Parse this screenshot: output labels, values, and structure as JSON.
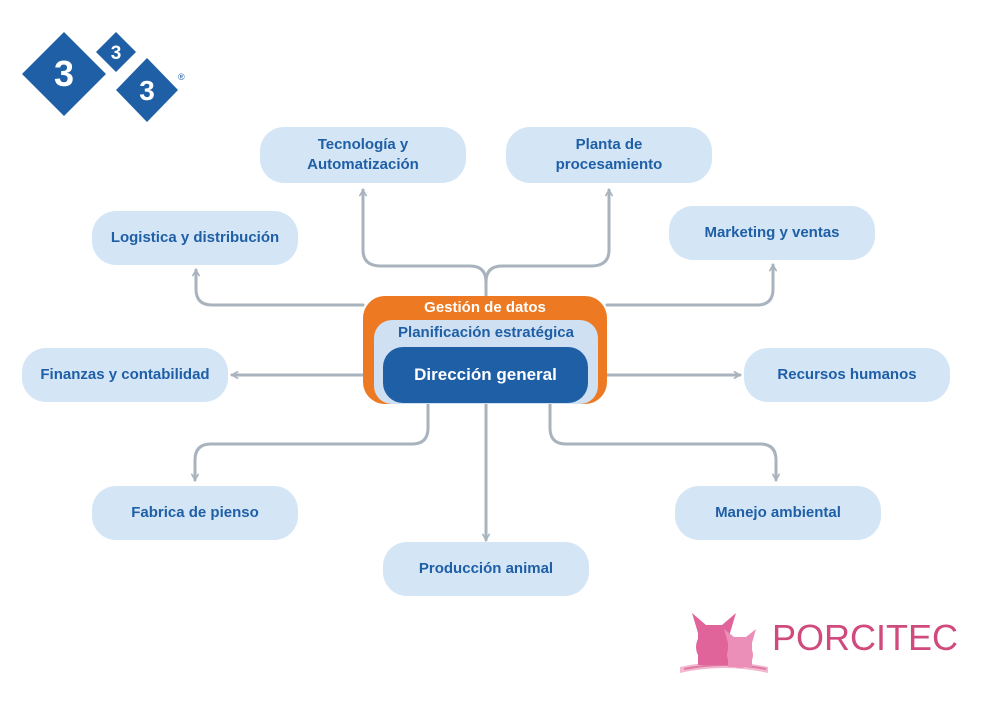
{
  "logos": {
    "brand_333": {
      "digits": [
        "3",
        "3",
        "3"
      ],
      "registered": "®"
    },
    "porcitec": {
      "name": "PORCITEC",
      "icon": "pigs-icon"
    }
  },
  "diagram": {
    "core": {
      "outer_label": "Gestión de datos",
      "middle_label": "Planificación estratégica",
      "inner_label": "Dirección general",
      "outer_color": "#ed7a22",
      "middle_color": "#cfe0f2",
      "inner_color": "#1f5fa6"
    },
    "nodes": [
      {
        "id": "tecnologia",
        "label": "Tecnología y\nAutomatización"
      },
      {
        "id": "planta",
        "label": "Planta de\nprocesamiento"
      },
      {
        "id": "logistica",
        "label": "Logistica y distribución"
      },
      {
        "id": "marketing",
        "label": "Marketing y ventas"
      },
      {
        "id": "finanzas",
        "label": "Finanzas y contabilidad"
      },
      {
        "id": "recursos",
        "label": "Recursos humanos"
      },
      {
        "id": "fabrica",
        "label": "Fabrica de pienso"
      },
      {
        "id": "manejo",
        "label": "Manejo ambiental"
      },
      {
        "id": "produccion",
        "label": "Producción animal"
      }
    ],
    "edges": [
      {
        "from": "core",
        "to": "tecnologia"
      },
      {
        "from": "core",
        "to": "planta"
      },
      {
        "from": "core",
        "to": "logistica"
      },
      {
        "from": "core",
        "to": "marketing"
      },
      {
        "from": "core",
        "to": "finanzas"
      },
      {
        "from": "core",
        "to": "recursos"
      },
      {
        "from": "core",
        "to": "fabrica"
      },
      {
        "from": "core",
        "to": "manejo"
      },
      {
        "from": "core",
        "to": "produccion"
      }
    ],
    "colors": {
      "node_fill": "#d4e5f6",
      "node_text": "#1f5fa6",
      "connector": "#a8b3bd"
    }
  }
}
